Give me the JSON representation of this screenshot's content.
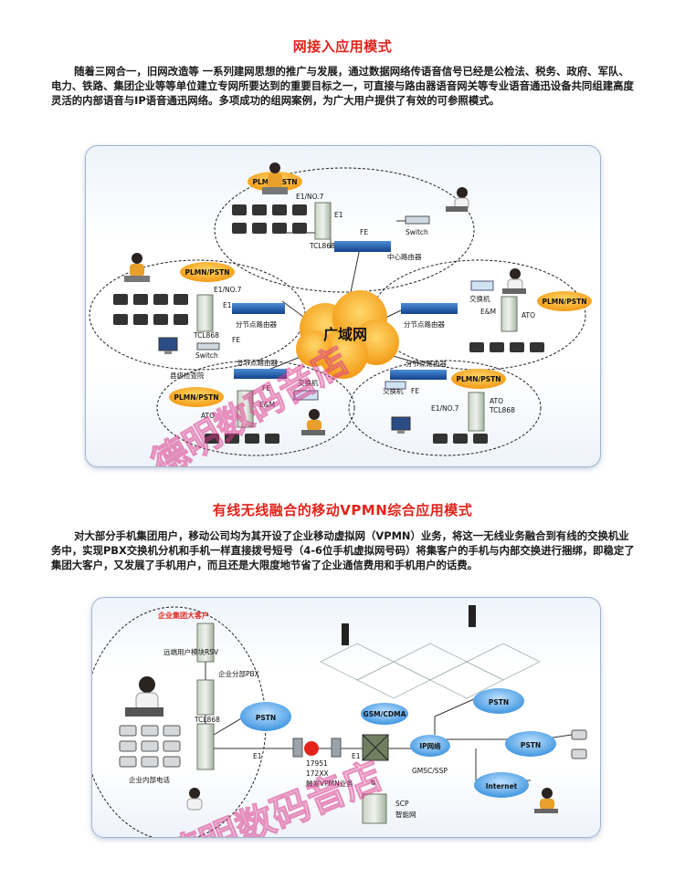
{
  "section1": {
    "title": "网接入应用模式",
    "paragraph": "随着三网合一，旧网改造等 一系列建网思想的推广与发展，通过数据网络传语音信号已经是公检法、税务、政府、军队、电力、铁路、集团企业等等单位建立专网所要达到的重要目标之一，可直接与路由器语音网关等专业语音通迅设备共同组建高度灵活的内部语音与IP语音通迅网络。多项成功的组网案例，为广大用户提供了有效的可参照模式。",
    "diagram": {
      "center_cloud": "广域网",
      "top": {
        "cloud": "PLMN/PSTN",
        "trunk": "E1/NO.7",
        "e1": "E1",
        "pbx": "TCL868",
        "fe": "FE",
        "switch": "Switch",
        "router": "中心路由器"
      },
      "left": {
        "cloud": "PLMN/PSTN",
        "trunk": "E1/NO.7",
        "e1": "E1",
        "pbx": "TCL868",
        "fe": "FE",
        "switch": "Switch",
        "router": "分节点路由器"
      },
      "right": {
        "exchange": "交换机",
        "em": "E&M",
        "ato": "ATO",
        "cloud": "PLMN/PSTN",
        "router": "分节点路由器"
      },
      "bottom_left": {
        "title": "县级检查院",
        "router": "分节点路由器",
        "fe": "FE",
        "exchange": "交换机",
        "em": "E&M",
        "cloud": "PLMN/PSTN",
        "ato": "ATO"
      },
      "bottom_right": {
        "router": "分节点路由器",
        "exchange": "交换机",
        "fe": "FE",
        "cloud": "PLMN/PSTN",
        "trunk": "E1/NO.7",
        "ato": "ATO",
        "pbx": "TCL868"
      }
    }
  },
  "section2": {
    "title": "有线无线融合的移动VPMN综合应用模式",
    "paragraph": "对大部分手机集团用户，移动公司均为其开设了企业移动虚拟网（VPMN）业务，将这一无线业务融合到有线的交换机业务中，实现PBX交换机分机和手机一样直接拨号短号（4-6位手机虚拟网号码）将集客户的手机与内部交换进行捆绑，即稳定了集团大客户，又发展了手机用户，而且还是大限度地节省了企业通信费用和手机用户的话费。",
    "diagram": {
      "group_title": "企业集团大客户",
      "rsv": "远端用户模块RSV",
      "branch_pbx": "企业分部PBX",
      "pbx": "TCL868",
      "internal_phone": "企业内部电话",
      "e1_left": "E1",
      "pstn_left": "PSTN",
      "code1": "17951",
      "code2": "172XX",
      "trigger": "触发VPMN业务",
      "e1_right": "E1",
      "gsm": "GSM/CDMA",
      "pstn_top": "PSTN",
      "ip": "IP网络",
      "pstn_right": "PSTN",
      "gmsc": "GMSC/SSP",
      "internet": "Internet",
      "scp": "SCP",
      "scp_name": "智能网"
    }
  },
  "watermark": "德明数码音店",
  "colors": {
    "title_red": "#e2231a",
    "panel_border": "#9fb4cf",
    "cloud_orange": "#f7a823",
    "cloud_blue": "#5aa8e6",
    "router_blue": "#1f5fb0",
    "pbx_green": "#5e8c6b"
  }
}
